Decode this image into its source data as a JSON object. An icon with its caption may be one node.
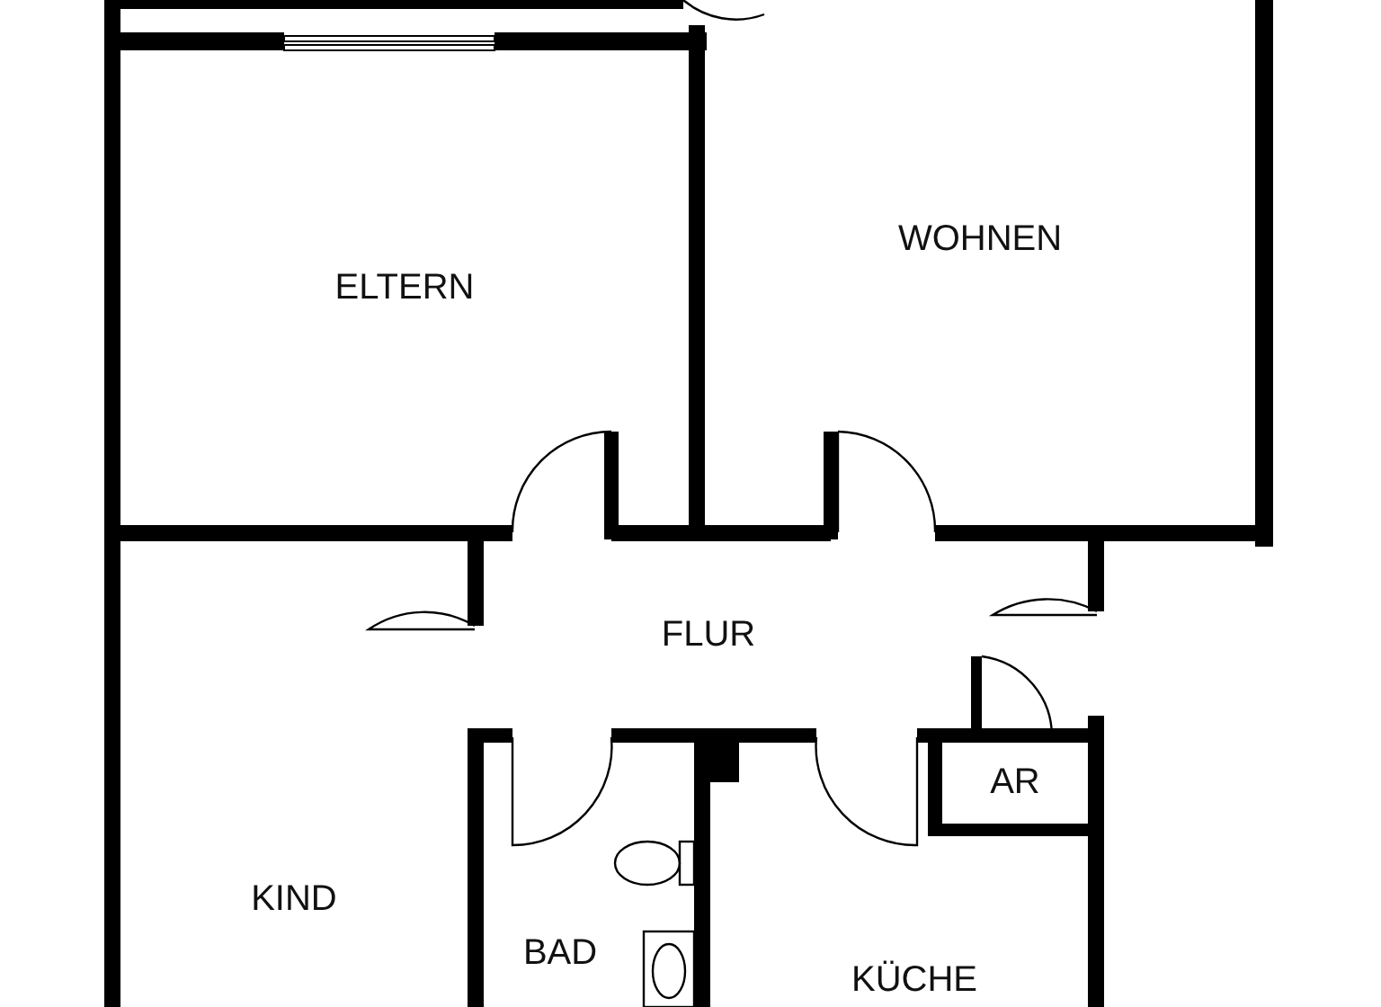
{
  "diagram": {
    "nodes": [
      {
        "text": [
          "ELTERN"
        ]
      },
      {
        "text": [
          "WOHNEN"
        ]
      },
      {
        "text": [
          "FLUR"
        ]
      },
      {
        "text": [
          "AR"
        ]
      },
      {
        "text": [
          "KIND"
        ]
      },
      {
        "text": [
          "BAD"
        ]
      },
      {
        "text": [
          "KÜCHE"
        ]
      }
    ]
  }
}
